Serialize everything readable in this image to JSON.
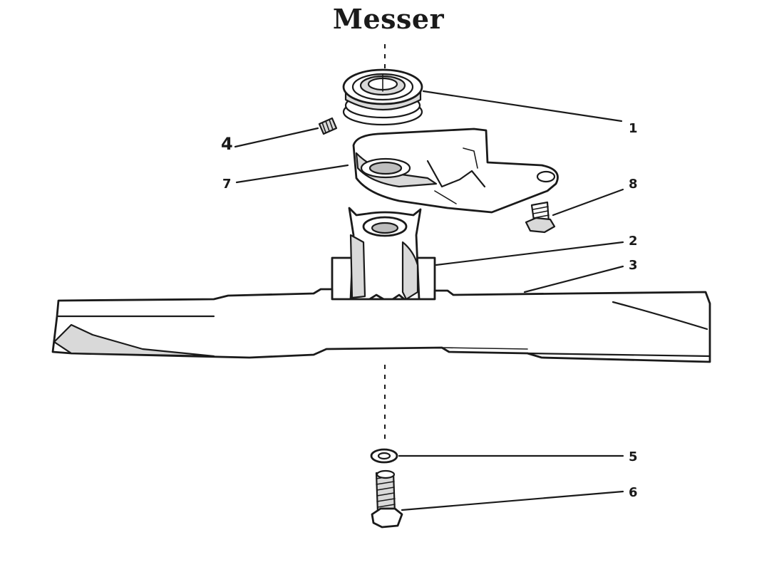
{
  "title": "Messer",
  "callouts": [
    {
      "id": "part-1",
      "label": "1"
    },
    {
      "id": "part-2",
      "label": "2"
    },
    {
      "id": "part-3",
      "label": "3"
    },
    {
      "id": "part-4",
      "label": "4"
    },
    {
      "id": "part-5",
      "label": "5"
    },
    {
      "id": "part-6",
      "label": "6"
    },
    {
      "id": "part-7",
      "label": "7"
    },
    {
      "id": "part-8",
      "label": "8"
    }
  ]
}
